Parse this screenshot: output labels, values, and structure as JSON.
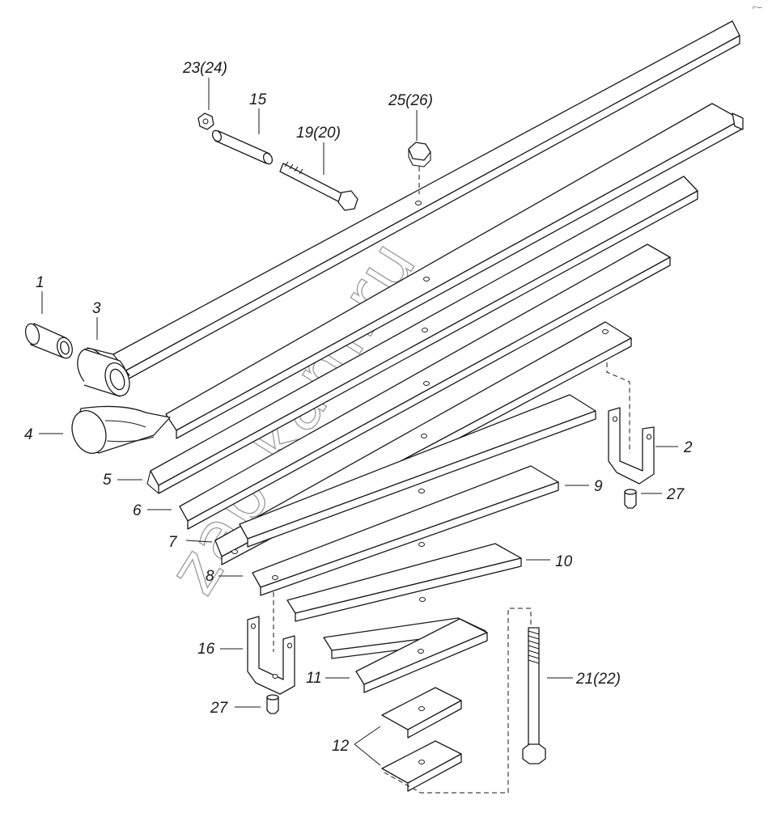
{
  "watermark": "zap-kam.ru",
  "corner_mark": "⌐–",
  "callouts": {
    "c1": "1",
    "c2": "2",
    "c3": "3",
    "c4": "4",
    "c5": "5",
    "c6": "6",
    "c7": "7",
    "c8": "8",
    "c9": "9",
    "c10": "10",
    "c11": "11",
    "c12": "12",
    "c15": "15",
    "c16": "16",
    "c19": "19(20)",
    "c21": "21(22)",
    "c23": "23(24)",
    "c25": "25(26)",
    "c27a": "27",
    "c27b": "27"
  }
}
